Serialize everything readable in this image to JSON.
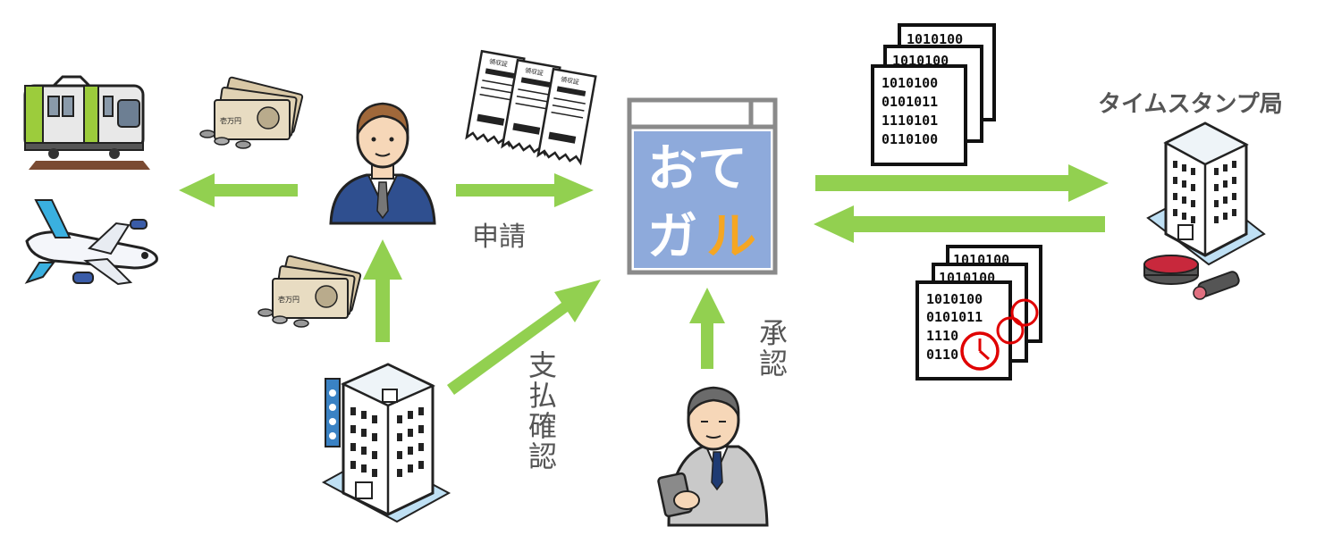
{
  "labels": {
    "apply": "申請",
    "payment_confirm": "支払確認",
    "approve": "承認",
    "timestamp_authority": "タイムスタンプ局"
  },
  "app": {
    "logo_line1": "おて",
    "logo_line2_a": "ガ",
    "logo_line2_b": "ル"
  },
  "receipt_title": "領収証",
  "banknote_text": "壱万円",
  "binary_docs_top": [
    "1010100",
    "1010100",
    "1010100",
    "0101011",
    "1110101",
    "0110100"
  ],
  "binary_docs_bottom": [
    "1010100",
    "1010100",
    "1010100",
    "0101011",
    "1110",
    "0110"
  ],
  "colors": {
    "arrow": "#92d050",
    "app_bg": "#8eaadb",
    "logo_orange": "#f5a623",
    "label_gray": "#555555",
    "navy": "#1f3b73",
    "red": "#e00000"
  }
}
